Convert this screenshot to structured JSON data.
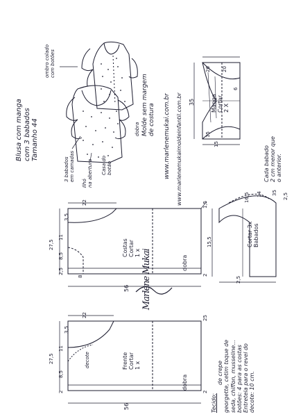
{
  "title": {
    "line1": "Blusa com manga",
    "line2": "com 3 babados",
    "size": "Tamanho 44"
  },
  "illustration_labels": {
    "button_placket": [
      "ombro colado",
      "com botões"
    ],
    "ruffles": [
      "3 babados",
      "em camadas"
    ],
    "loop": [
      "Ilhó",
      "na abertura"
    ],
    "placket_right": [
      "Casa do",
      "botão"
    ],
    "collar_fold": [
      "dobra"
    ]
  },
  "notes": {
    "molde": [
      "Molde sem margem",
      "de costura"
    ],
    "site1": "www.marlenemukai.com.br",
    "site2": "www.marlenemukaimoldeinfantil.com.br"
  },
  "sleeve": {
    "cut_label": [
      "Manga",
      "Cortar",
      "2 X"
    ],
    "dims": [
      "35",
      "15",
      "26",
      "20",
      "6",
      "15"
    ]
  },
  "ruffle": {
    "cut_label": [
      "Cortar 3x",
      "Babados"
    ],
    "dims": [
      "16,5",
      "14",
      "35",
      "2,5",
      "15,5",
      "2,5"
    ],
    "note": [
      "Cada babado",
      "2 cm menor que",
      "o anterior."
    ]
  },
  "back": {
    "cut_label": [
      "Costas",
      "Cortar",
      "1 x"
    ],
    "fold": "dobra",
    "dims": [
      "22",
      "3,5",
      "27,5",
      "8,5",
      "11",
      "2,5",
      "8",
      "56",
      "1,5",
      "2"
    ]
  },
  "front": {
    "cut_label": [
      "Frente",
      "Cortar",
      "1 x"
    ],
    "fold": "dobra",
    "dims": [
      "22",
      "3,5",
      "27,5",
      "8,5",
      "11",
      "2",
      "56",
      "25",
      "2"
    ],
    "neck_label": "decote"
  },
  "fabric": {
    "heading": "Tecido:",
    "lines": [
      "de crepe",
      "georgette, cetim toque de",
      "seda, chiffon, musseline...",
      "botões: 4 para as costas",
      "Entretela para o revel do",
      "decote: 10 cm."
    ]
  },
  "signature": "Marlene Mukai"
}
